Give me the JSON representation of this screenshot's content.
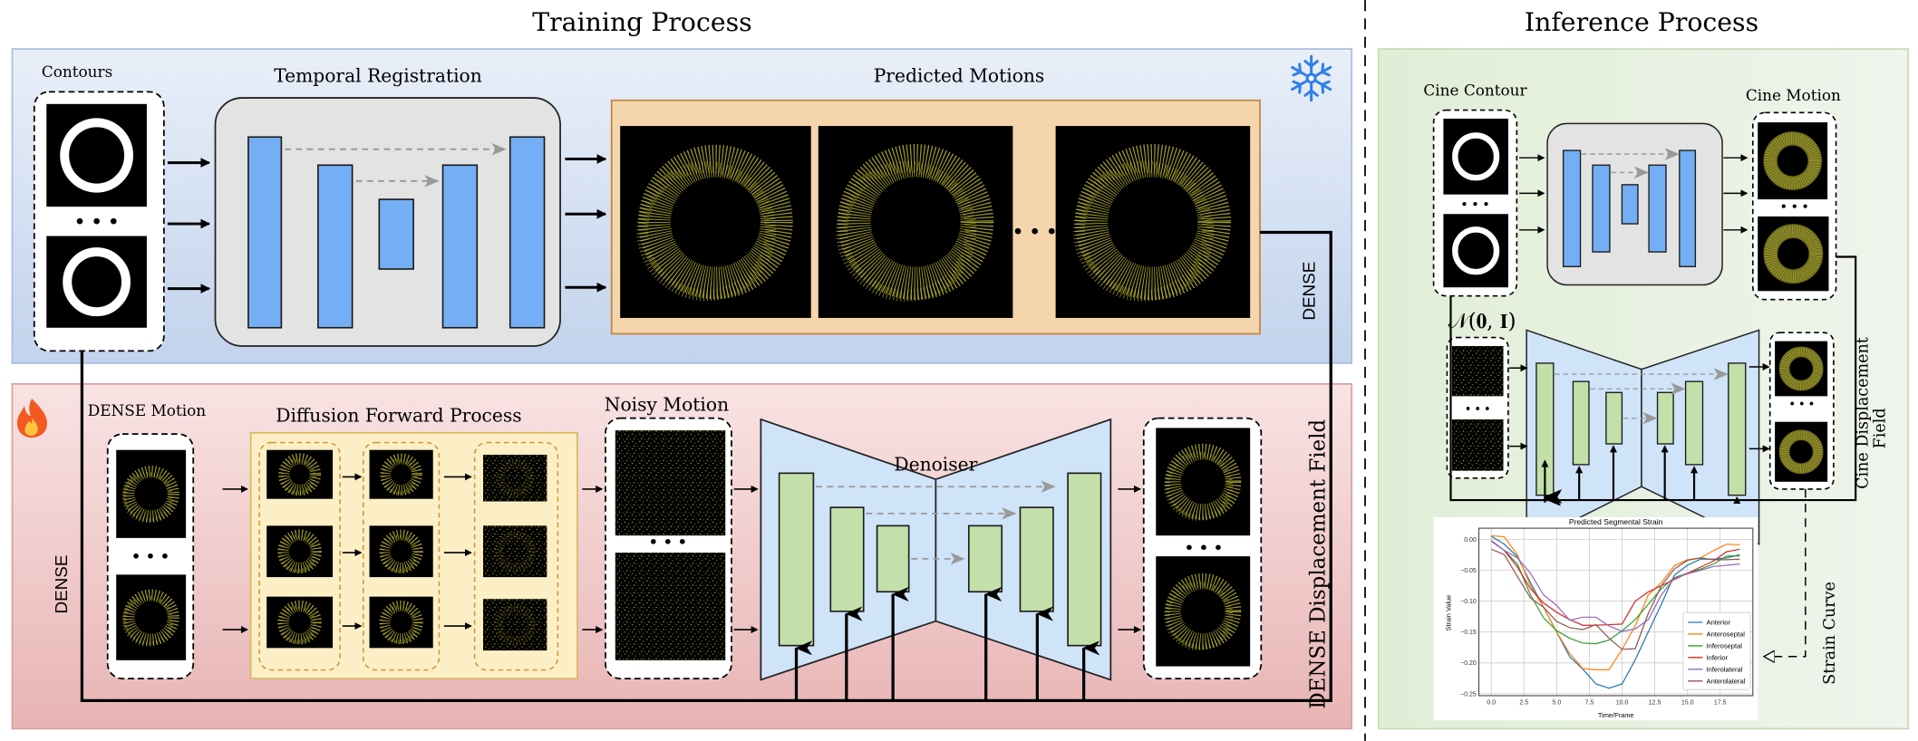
{
  "training": {
    "title": "Training Process",
    "contours_label": "Contours",
    "temporal_registration_label": "Temporal Registration",
    "predicted_motions_label": "Predicted Motions",
    "dense_label_top": "DENSE",
    "dense_motion_label": "DENSE Motion",
    "diffusion_forward_label": "Diffusion Forward Process",
    "noisy_motion_label": "Noisy Motion",
    "denoiser_label": "Denoiser",
    "dense_label_left": "DENSE",
    "dense_displacement_label": "DENSE Displacement Field",
    "frozen_icon": "snowflake-icon",
    "trainable_icon": "fire-icon"
  },
  "inference": {
    "title": "Inference Process",
    "cine_contour_label": "Cine Contour",
    "cine_motion_label": "Cine Motion",
    "noise_label": "𝒩(𝟎, 𝐈)",
    "cine_displacement_label_1": "Cine Displacement",
    "cine_displacement_label_2": "Field",
    "strain_curve_label": "Strain Curve"
  },
  "ellipsis": "• • •",
  "colors": {
    "training_panel": "#dbe5f5",
    "trainable_panel": "#f2cfcf",
    "inference_panel": "#e6f0e0",
    "unet_block": "#74aef5",
    "denoiser_block": "#c3dfaa",
    "denoiser_body": "#cfe3f9",
    "motions_box": "#f5d5ab",
    "forward_box": "#fcefc6"
  },
  "chart_data": {
    "type": "line",
    "title": "Predicted Segmental Strain",
    "xlabel": "Time/Frame",
    "ylabel": "Strain Value",
    "xlim": [
      -0.95,
      20.0
    ],
    "ylim": [
      -0.253,
      0.018
    ],
    "xticks": [
      0,
      2.5,
      5,
      7.5,
      10,
      12.5,
      15,
      17.5
    ],
    "xtick_labels": [
      "0.0",
      "2.5",
      "5.0",
      "7.5",
      "10.0",
      "12.5",
      "15.0",
      "17.5"
    ],
    "yticks": [
      0,
      -0.05,
      -0.1,
      -0.15,
      -0.2,
      -0.25
    ],
    "ytick_labels": [
      "0.00",
      "−0.05",
      "−0.10",
      "−0.15",
      "−0.20",
      "−0.25"
    ],
    "grid": true,
    "legend_position": "lower-right",
    "x": [
      0,
      1,
      2,
      3,
      4,
      5,
      6,
      7,
      8,
      9,
      10,
      11,
      12,
      13,
      14,
      15,
      16,
      17,
      18,
      19
    ],
    "series": [
      {
        "name": "Anterior",
        "color": "#1f77b4",
        "values": [
          0.005,
          -0.008,
          -0.028,
          -0.07,
          -0.11,
          -0.15,
          -0.19,
          -0.21,
          -0.234,
          -0.241,
          -0.234,
          -0.195,
          -0.15,
          -0.105,
          -0.058,
          -0.042,
          -0.032,
          -0.032,
          -0.03,
          -0.025
        ]
      },
      {
        "name": "Anteroseptal",
        "color": "#ff7f0e",
        "values": [
          0.006,
          0.004,
          -0.025,
          -0.075,
          -0.11,
          -0.15,
          -0.185,
          -0.209,
          -0.211,
          -0.211,
          -0.178,
          -0.14,
          -0.09,
          -0.07,
          -0.043,
          -0.033,
          -0.03,
          -0.018,
          -0.008,
          -0.009
        ]
      },
      {
        "name": "Inferoseptal",
        "color": "#2ca02c",
        "values": [
          -0.002,
          -0.018,
          -0.04,
          -0.09,
          -0.127,
          -0.148,
          -0.16,
          -0.168,
          -0.169,
          -0.163,
          -0.148,
          -0.13,
          -0.105,
          -0.08,
          -0.062,
          -0.055,
          -0.048,
          -0.04,
          -0.027,
          -0.027
        ]
      },
      {
        "name": "Inferior",
        "color": "#d62728",
        "values": [
          -0.003,
          -0.018,
          -0.045,
          -0.08,
          -0.103,
          -0.118,
          -0.13,
          -0.139,
          -0.139,
          -0.138,
          -0.137,
          -0.1,
          -0.085,
          -0.075,
          -0.065,
          -0.055,
          -0.045,
          -0.035,
          -0.02,
          -0.016
        ]
      },
      {
        "name": "Inferolateral",
        "color": "#9467bd",
        "values": [
          -0.002,
          -0.018,
          -0.03,
          -0.055,
          -0.09,
          -0.107,
          -0.131,
          -0.126,
          -0.126,
          -0.14,
          -0.149,
          -0.145,
          -0.13,
          -0.09,
          -0.063,
          -0.056,
          -0.05,
          -0.044,
          -0.042,
          -0.04
        ]
      },
      {
        "name": "Anterolateral",
        "color": "#8c564b",
        "values": [
          -0.016,
          -0.025,
          -0.06,
          -0.095,
          -0.11,
          -0.133,
          -0.143,
          -0.146,
          -0.138,
          -0.16,
          -0.178,
          -0.177,
          -0.12,
          -0.075,
          -0.048,
          -0.034,
          -0.03,
          -0.033,
          -0.033,
          -0.032
        ]
      }
    ]
  }
}
